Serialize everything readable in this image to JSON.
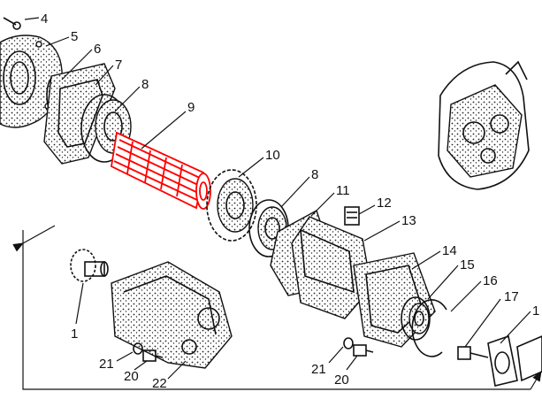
{
  "figure": {
    "highlight_color": "#ff0000",
    "ink_color": "#111111",
    "callouts": [
      {
        "id": "4",
        "label": "4"
      },
      {
        "id": "5",
        "label": "5"
      },
      {
        "id": "6",
        "label": "6"
      },
      {
        "id": "7",
        "label": "7"
      },
      {
        "id": "8a",
        "label": "8"
      },
      {
        "id": "9",
        "label": "9"
      },
      {
        "id": "10",
        "label": "10"
      },
      {
        "id": "8b",
        "label": "8"
      },
      {
        "id": "11",
        "label": "11"
      },
      {
        "id": "12",
        "label": "12"
      },
      {
        "id": "13",
        "label": "13"
      },
      {
        "id": "14",
        "label": "14"
      },
      {
        "id": "15",
        "label": "15"
      },
      {
        "id": "16",
        "label": "16"
      },
      {
        "id": "17",
        "label": "17"
      },
      {
        "id": "18",
        "label": "1"
      },
      {
        "id": "1",
        "label": "1"
      },
      {
        "id": "21a",
        "label": "21"
      },
      {
        "id": "20a",
        "label": "20"
      },
      {
        "id": "22",
        "label": "22"
      },
      {
        "id": "21b",
        "label": "21"
      },
      {
        "id": "20b",
        "label": "20"
      }
    ]
  }
}
